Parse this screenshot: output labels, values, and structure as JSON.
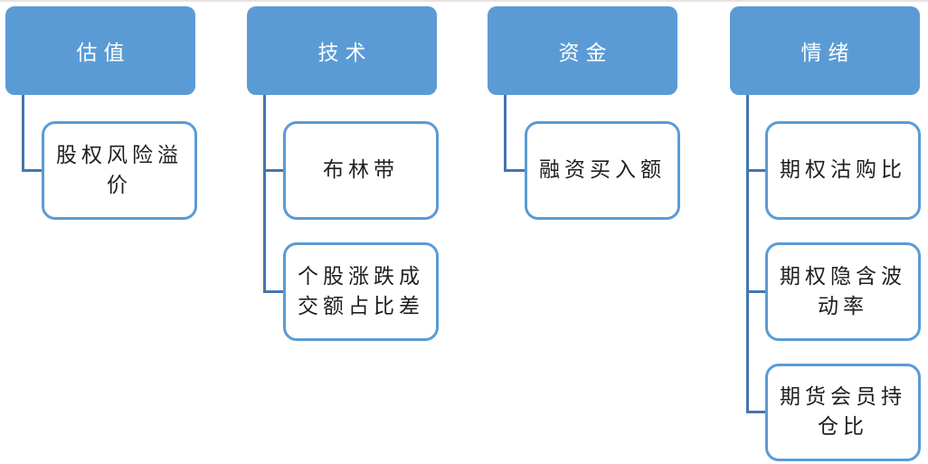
{
  "diagram": {
    "description": "Four-category stock market indicator hierarchy diagram",
    "colors": {
      "background": "#FFFFFF",
      "header_fill": "#5B9BD5",
      "header_text": "#FFFFFF",
      "child_border": "#5B9BD5",
      "child_text": "#1F1F1F",
      "connector": "#4576AD"
    },
    "columns": [
      {
        "id": "valuation",
        "header": "估值",
        "children": [
          "股权风险溢价"
        ]
      },
      {
        "id": "technical",
        "header": "技术",
        "children": [
          "布林带",
          "个股涨跌成交额占比差"
        ]
      },
      {
        "id": "funds",
        "header": "资金",
        "children": [
          "融资买入额"
        ]
      },
      {
        "id": "sentiment",
        "header": "情绪",
        "children": [
          "期权沽购比",
          "期权隐含波动率",
          "期货会员持仓比"
        ]
      }
    ]
  }
}
